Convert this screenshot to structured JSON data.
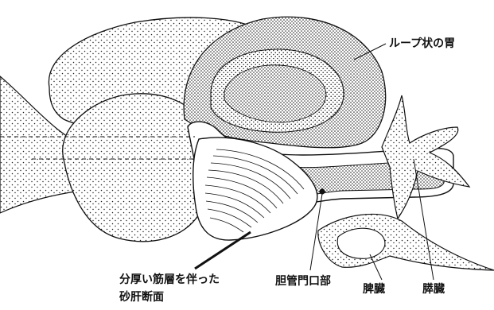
{
  "labels": {
    "loop_stomach": "ループ状の胃",
    "gizzard_line1": "分厚い筋層を伴った",
    "gizzard_line2": "砂肝断面",
    "bile_duct_opening": "胆管門口部",
    "spleen": "脾臓",
    "pancreas": "膵臓"
  },
  "colors": {
    "ink": "#111111",
    "paper": "#ffffff"
  }
}
